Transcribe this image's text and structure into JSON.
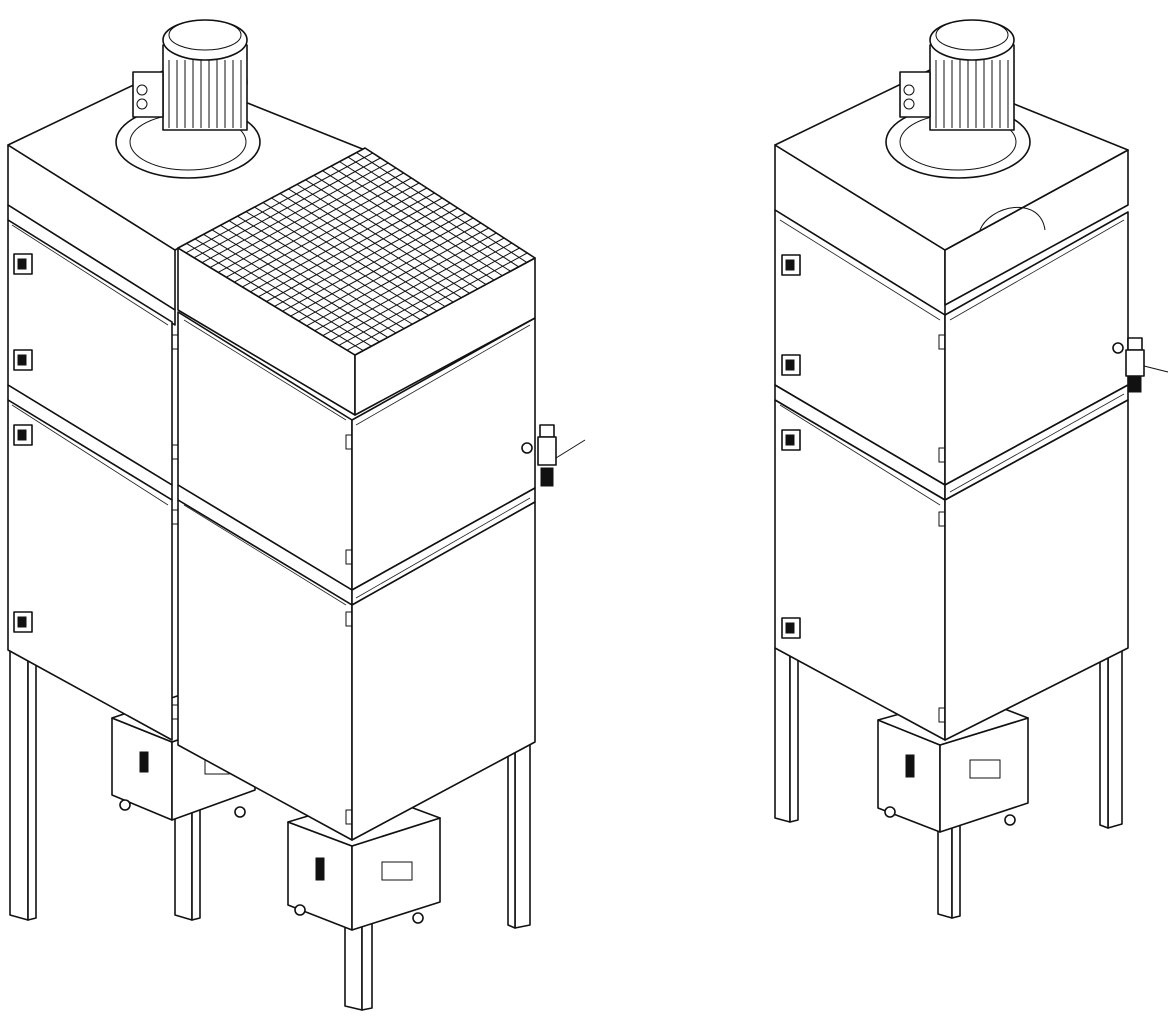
{
  "diagram": {
    "units": [
      {
        "name": "dust-collector-double",
        "modules_wide": 2,
        "modules_high": 2,
        "filter_grid_top": true,
        "fan_motor": true,
        "air_regulator": true,
        "collection_bins": 2
      },
      {
        "name": "dust-collector-single",
        "modules_wide": 1,
        "modules_high": 2,
        "filter_grid_top": false,
        "fan_motor": true,
        "air_regulator": true,
        "collection_bins": 1
      }
    ],
    "line_color": "#111111",
    "background": "#ffffff"
  }
}
